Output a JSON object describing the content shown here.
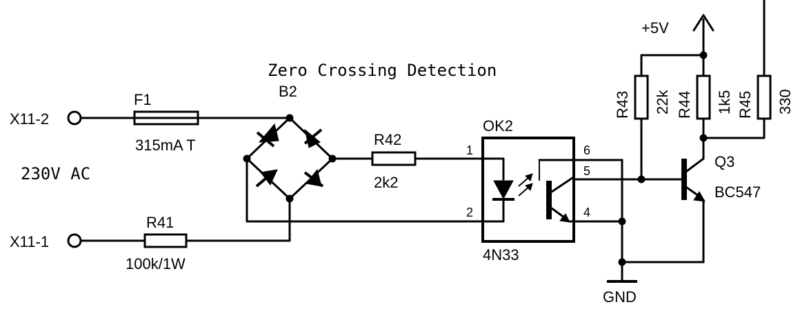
{
  "title": "Zero Crossing Detection",
  "supply": "230V AC",
  "connectors": {
    "x11_2": "X11-2",
    "x11_1": "X11-1"
  },
  "fuse": {
    "ref": "F1",
    "value": "315mA T"
  },
  "bridge": {
    "ref": "B2"
  },
  "r41": {
    "ref": "R41",
    "value": "100k/1W"
  },
  "r42": {
    "ref": "R42",
    "value": "2k2"
  },
  "optocoupler": {
    "ref": "OK2",
    "part": "4N33",
    "pins": [
      "1",
      "2",
      "6",
      "5",
      "4"
    ]
  },
  "r43": {
    "ref": "R43",
    "value": "22k"
  },
  "r44": {
    "ref": "R44",
    "value": "1k5"
  },
  "r45": {
    "ref": "R45",
    "value": "330"
  },
  "transistor": {
    "ref": "Q3",
    "part": "BC547"
  },
  "vcc": "+5V",
  "gnd": "GND"
}
